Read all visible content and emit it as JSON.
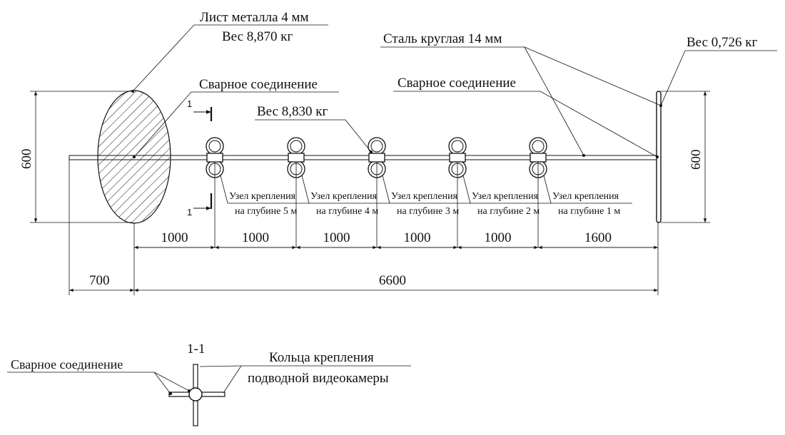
{
  "callouts": {
    "sheet_line1": "Лист металла 4 мм",
    "sheet_line2": "Вес 8,870 кг",
    "weld_left": "Сварное соединение",
    "weight_mid": "Вес 8,830 кг",
    "round_steel": "Сталь круглая 14 мм",
    "weld_right": "Сварное соединение",
    "weight_right": "Вес 0,726 кг"
  },
  "section_marks": {
    "top": "1",
    "bottom": "1"
  },
  "nodes": [
    {
      "line1": "Узел крепления",
      "line2": "на глубине 5 м"
    },
    {
      "line1": "Узел крепления",
      "line2": "на глубине 4 м"
    },
    {
      "line1": "Узел крепления",
      "line2": "на глубине 3 м"
    },
    {
      "line1": "Узел крепления",
      "line2": "на глубине 2 м"
    },
    {
      "line1": "Узел крепления",
      "line2": "на глубине 1 м"
    }
  ],
  "dimensions": {
    "left_height": "600",
    "right_height": "600",
    "segments": [
      "1000",
      "1000",
      "1000",
      "1000",
      "1000",
      "1600"
    ],
    "offset": "700",
    "total": "6600"
  },
  "section_view": {
    "title": "1-1",
    "weld_label": "Сварное соединение",
    "rings_line1": "Кольца крепления",
    "rings_line2": "подводной видеокамеры"
  }
}
